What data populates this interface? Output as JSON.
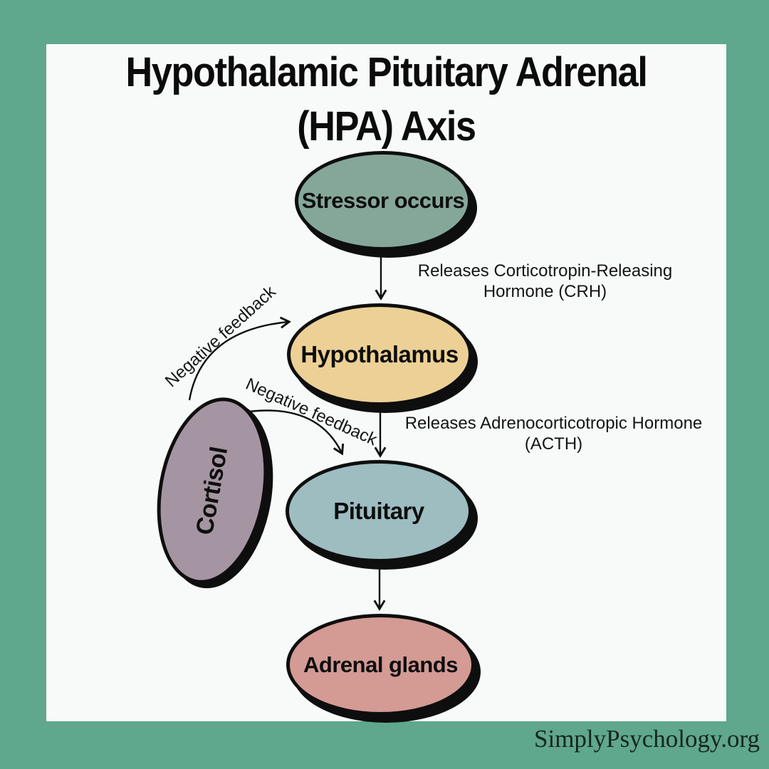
{
  "title": {
    "line1": "Hypothalamic Pituitary Adrenal",
    "line2": "(HPA) Axis"
  },
  "nodes": {
    "stressor": {
      "label": "Stressor occurs",
      "fill": "#85a79a"
    },
    "hypothalamus": {
      "label": "Hypothalamus",
      "fill": "#ecd095"
    },
    "pituitary": {
      "label": "Pituitary",
      "fill": "#9dbdc1"
    },
    "adrenal": {
      "label": "Adrenal glands",
      "fill": "#d49a94"
    },
    "cortisol": {
      "label": "Cortisol",
      "fill": "#a595a2"
    }
  },
  "edge_labels": {
    "crh": {
      "line1": "Releases Corticotropin-Releasing",
      "line2": "Hormone (CRH)"
    },
    "acth": {
      "line1": "Releases Adrenocorticotropic Hormone",
      "line2": "(ACTH)"
    },
    "feedback_to_hypothalamus": "Negative feedback",
    "feedback_to_pituitary": "Negative feedback"
  },
  "footer": {
    "brand": "SimplyPsychology.org"
  },
  "colors": {
    "background": "#5fa78d",
    "card": "#f7faf9",
    "outline": "#0e0e0e",
    "text": "#151515"
  }
}
